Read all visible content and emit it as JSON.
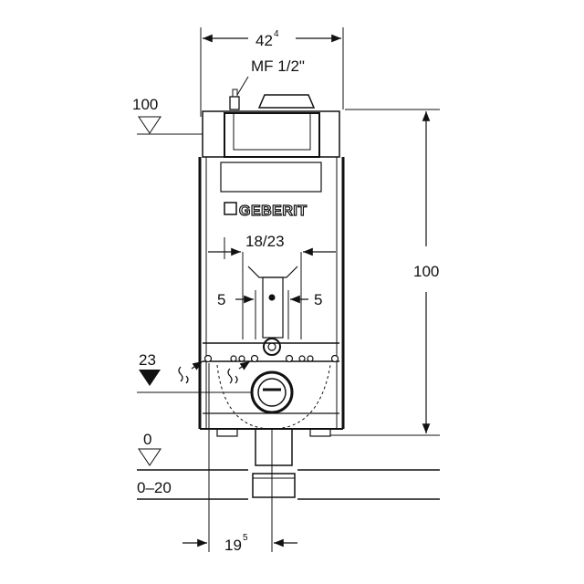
{
  "drawing": {
    "width_dim": {
      "main": "42",
      "sup": "4"
    },
    "flush_connection": "MF 1/2\"",
    "level_top": "100",
    "level_23": "23",
    "level_0": "0",
    "floor_range": "0–20",
    "height_dim": "100",
    "outlet_dim": "18/23",
    "left_offset": "5",
    "right_offset": "5",
    "bottom_dim": {
      "main": "19",
      "sup": "5"
    },
    "brand_logo": "GEBERIT"
  }
}
